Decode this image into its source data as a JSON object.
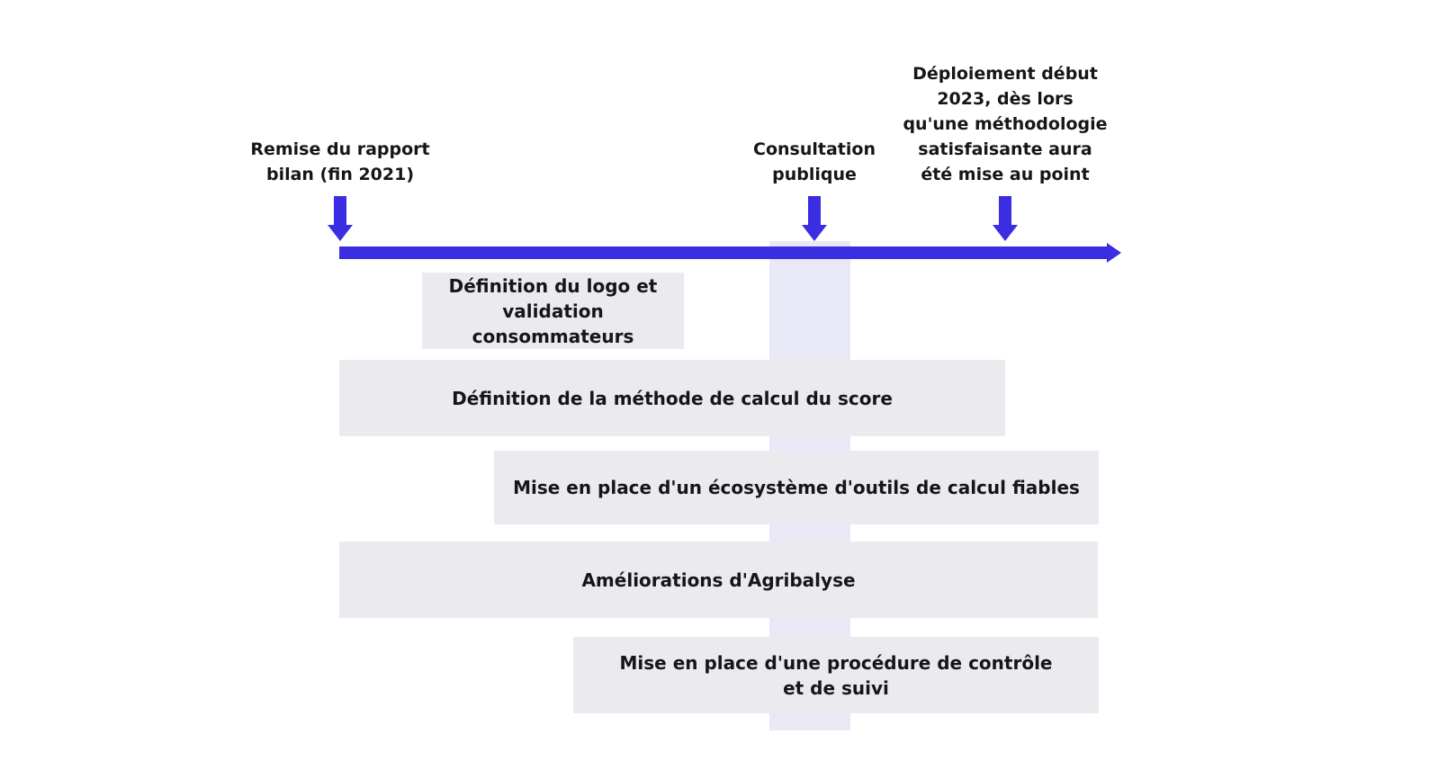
{
  "milestones": {
    "rapport": "Remise du rapport\nbilan (fin 2021)",
    "consultation": "Consultation\npublique",
    "deploiement": "Déploiement début\n2023, dès lors\nqu'une méthodologie\nsatisfaisante aura\nété mise au point"
  },
  "tasks": {
    "logo": "Définition du logo et\nvalidation consommateurs",
    "methode": "Définition de la méthode de calcul du score",
    "ecosysteme": "Mise en place d'un écosystème d'outils de calcul fiables",
    "agribalyse": "Améliorations d'Agribalyse",
    "controle": "Mise en place d'une procédure de contrôle\net de suivi"
  },
  "colors": {
    "timeline": "#3a2de2",
    "task_box": "#ebebef",
    "consultation_band": "#e8e8f7"
  },
  "icons": {
    "marker": "down-arrow-icon",
    "timeline_end": "arrowhead-right-icon"
  }
}
